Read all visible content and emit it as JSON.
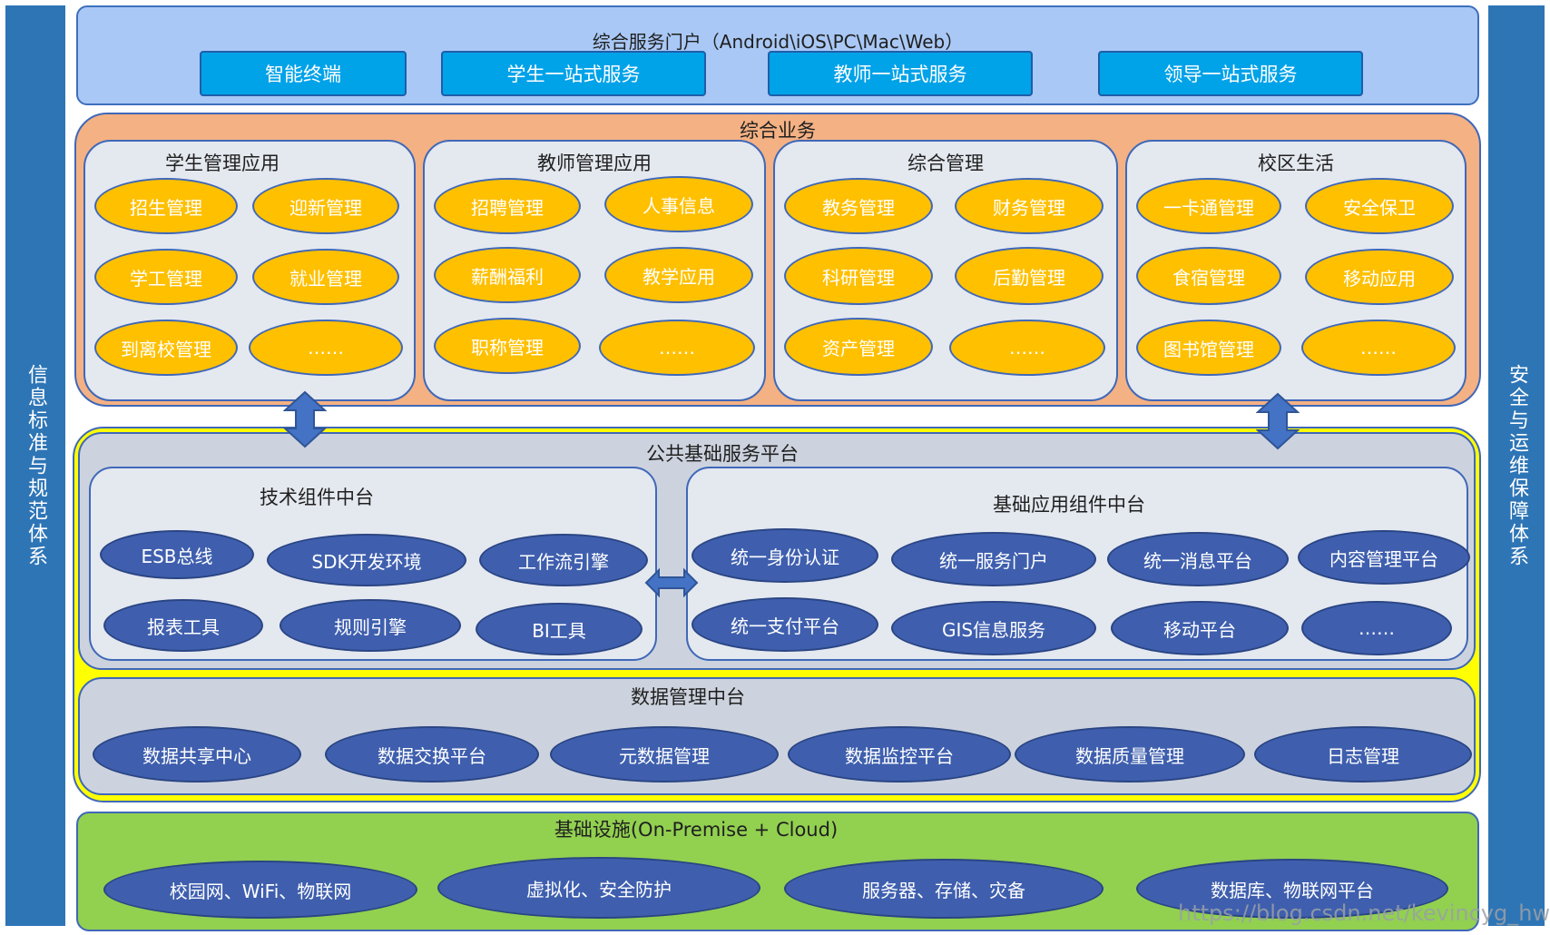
{
  "side_left": "信息标准与规范体系",
  "side_right": "安全与运维保障体系",
  "portal": {
    "title": "综合服务门户（Android\\iOS\\PC\\Mac\\Web）",
    "buttons": [
      "智能终端",
      "学生一站式服务",
      "教师一站式服务",
      "领导一站式服务"
    ]
  },
  "business": {
    "title": "综合业务",
    "groups": [
      {
        "title": "学生管理应用",
        "items": [
          "招生管理",
          "迎新管理",
          "学工管理",
          "就业管理",
          "到离校管理",
          "……"
        ]
      },
      {
        "title": "教师管理应用",
        "items": [
          "招聘管理",
          "人事信息",
          "薪酬福利",
          "教学应用",
          "职称管理",
          "……"
        ]
      },
      {
        "title": "综合管理",
        "items": [
          "教务管理",
          "财务管理",
          "科研管理",
          "后勤管理",
          "资产管理",
          "……"
        ]
      },
      {
        "title": "校区生活",
        "items": [
          "一卡通管理",
          "安全保卫",
          "食宿管理",
          "移动应用",
          "图书馆管理",
          "……"
        ]
      }
    ]
  },
  "platform": {
    "title": "公共基础服务平台",
    "tech": {
      "title": "技术组件中台",
      "items": [
        "ESB总线",
        "SDK开发环境",
        "工作流引擎",
        "报表工具",
        "规则引擎",
        "BI工具"
      ]
    },
    "app": {
      "title": "基础应用组件中台",
      "items": [
        "统一身份认证",
        "统一服务门户",
        "统一消息平台",
        "内容管理平台",
        "统一支付平台",
        "GIS信息服务",
        "移动平台",
        "……"
      ]
    }
  },
  "data_mgmt": {
    "title": "数据管理中台",
    "items": [
      "数据共享中心",
      "数据交换平台",
      "元数据管理",
      "数据监控平台",
      "数据质量管理",
      "日志管理"
    ]
  },
  "infra": {
    "title": "基础设施(On-Premise + Cloud)",
    "items": [
      "校园网、WiFi、物联网",
      "虚拟化、安全防护",
      "服务器、存储、灾备",
      "数据库、物联网平台"
    ]
  },
  "watermark": "https://blog.csdn.net/kevincyg_hw"
}
